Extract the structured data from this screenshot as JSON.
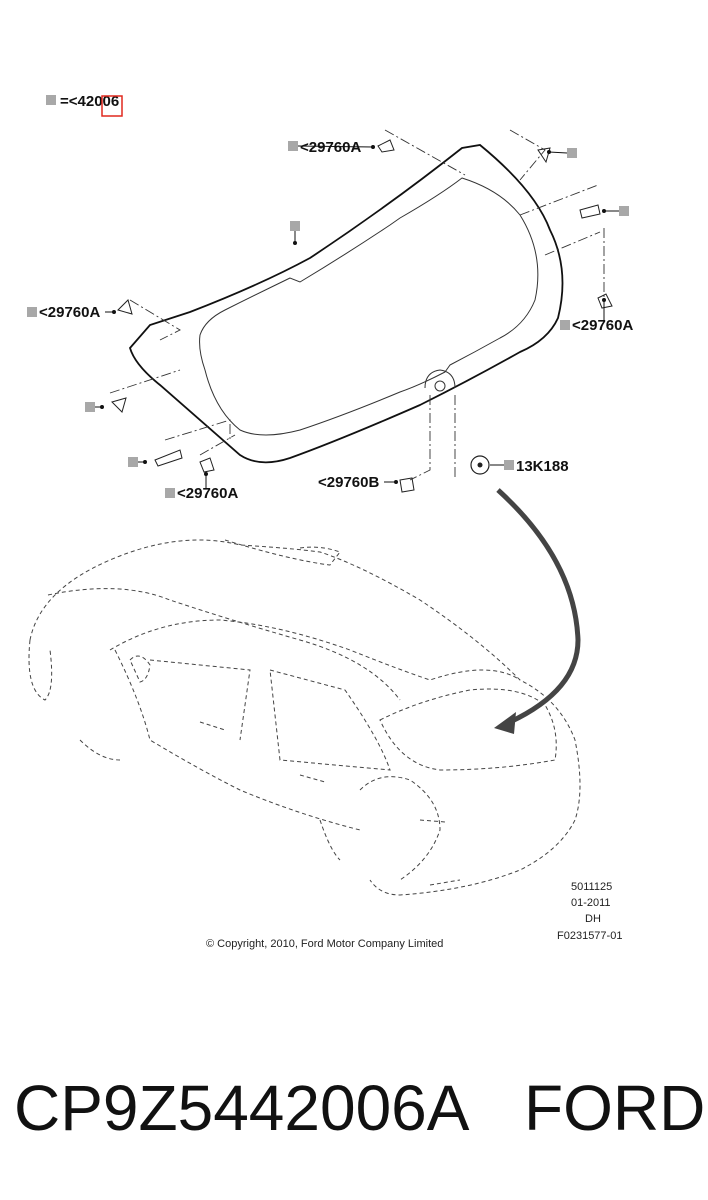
{
  "legend": {
    "equals_ref": "=<42006"
  },
  "callouts": {
    "c1": "<29760A",
    "c2": "<29760A",
    "c3": "<29760A",
    "c4": "<29760A",
    "c5": "<29760B",
    "c6": "13K188"
  },
  "drawing_info": {
    "line1": "5011125",
    "line2": "01-2011",
    "line3": "DH",
    "line4": "F0231577-01"
  },
  "copyright": "© Copyright, 2010, Ford Motor Company Limited",
  "footer": {
    "part_number": "CP9Z5442006A",
    "brand": "FORD"
  },
  "colors": {
    "marker": "#a8a8a8",
    "highlight": "#e0281e",
    "line": "#111111"
  }
}
